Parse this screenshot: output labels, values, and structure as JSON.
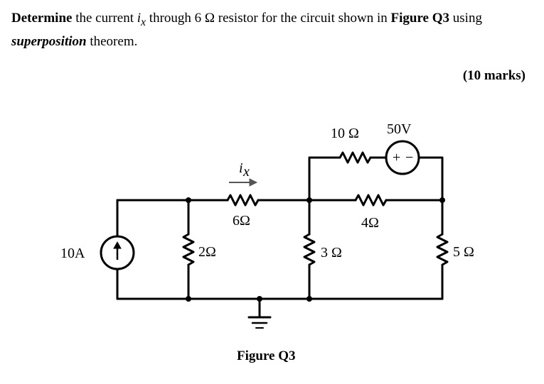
{
  "question": {
    "bold1": "Determine",
    "text1": " the current ",
    "var_i": "i",
    "var_sub": "x",
    "text2": " through 6 Ω resistor for the circuit shown in ",
    "bold2": "Figure Q3",
    "text3": " using ",
    "italic_bold": "superposition",
    "text4": " theorem."
  },
  "marks": "(10 marks)",
  "circuit": {
    "current_source": "10A",
    "r_2": "2Ω",
    "r_6": "6Ω",
    "r_10": "10 Ω",
    "voltage_source": "50V",
    "vs_plus": "+",
    "vs_minus": "−",
    "r_4": "4Ω",
    "r_3": "3 Ω",
    "r_5": "5 Ω",
    "current_label_i": "i",
    "current_label_sub": "x"
  },
  "caption": "Figure Q3"
}
